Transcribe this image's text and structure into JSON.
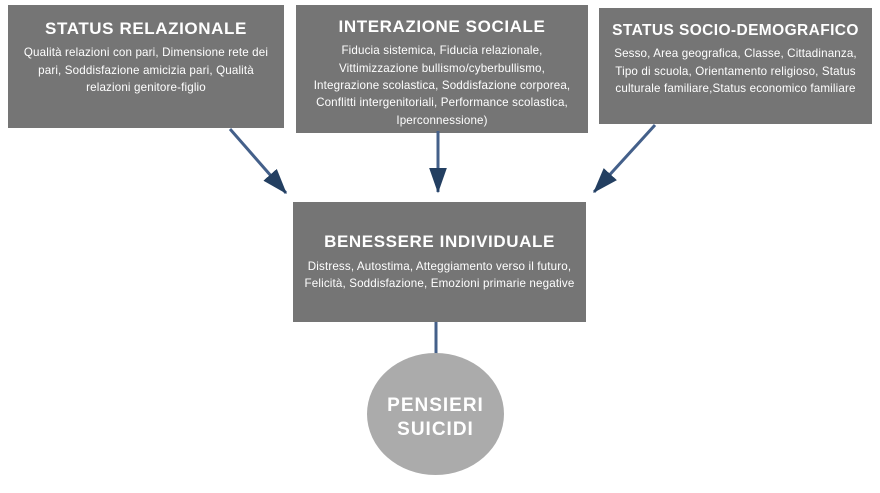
{
  "nodes": {
    "status_relazionale": {
      "title": "STATUS RELAZIONALE",
      "body": "Qualità relazioni con pari, Dimensione rete dei pari, Soddisfazione amicizia pari, Qualità relazioni genitore-figlio"
    },
    "interazione_sociale": {
      "title": "INTERAZIONE SOCIALE",
      "body": "Fiducia sistemica, Fiducia relazionale, Vittimizzazione bullismo/cyberbullismo, Integrazione scolastica, Soddisfazione corporea, Conflitti intergenitoriali, Performance scolastica, Iperconnessione)"
    },
    "status_socio_demografico": {
      "title": "STATUS SOCIO-DEMOGRAFICO",
      "body": "Sesso, Area geografica, Classe, Cittadinanza, Tipo di scuola, Orientamento religioso, Status culturale familiare,Status economico familiare"
    },
    "benessere_individuale": {
      "title": "BENESSERE INDIVIDUALE",
      "body": "Distress, Autostima, Atteggiamento verso il futuro, Felicità, Soddisfazione, Emozioni primarie negative"
    },
    "pensieri_suicidi": {
      "title": "PENSIERI SUICIDI"
    }
  },
  "connections": [
    {
      "from": "STATUS RELAZIONALE",
      "to": "BENESSERE INDIVIDUALE"
    },
    {
      "from": "INTERAZIONE SOCIALE",
      "to": "BENESSERE INDIVIDUALE"
    },
    {
      "from": "STATUS SOCIO-DEMOGRAFICO",
      "to": "BENESSERE INDIVIDUALE"
    },
    {
      "from": "BENESSERE INDIVIDUALE",
      "to": "PENSIERI SUICIDI"
    }
  ],
  "colors": {
    "node_background": "#757575",
    "terminal_background": "#ababab",
    "node_text": "#ffffff",
    "arrow": "#44608a",
    "arrow_head": "#233f61",
    "page_background": "#ffffff"
  }
}
